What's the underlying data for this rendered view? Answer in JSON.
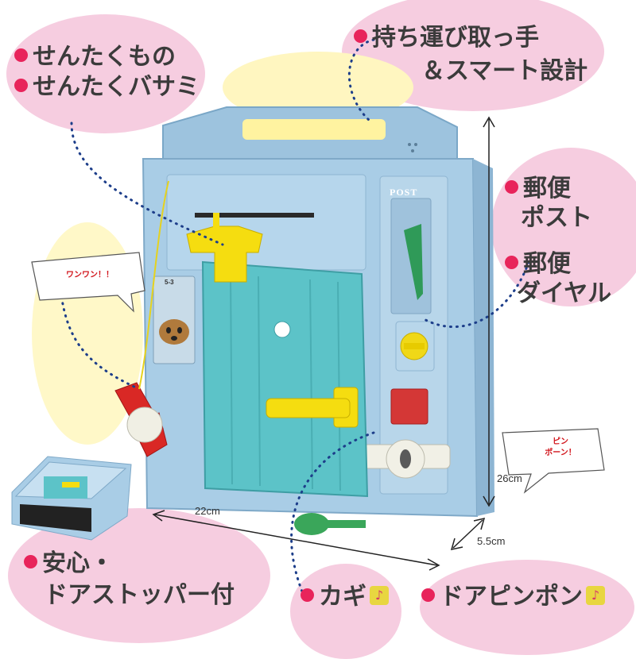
{
  "labels": {
    "laundry": "せんたくもの",
    "clothespin": "せんたくバサミ",
    "handle_line1": "持ち運び取っ手",
    "handle_line2": "＆スマート設計",
    "mailbox_line1": "郵便",
    "mailbox_line2": "ポスト",
    "dial_line1": "郵便",
    "dial_line2": "ダイヤル",
    "stopper_line1": "安心・",
    "stopper_line2": "ドアストッパー付",
    "key": "カギ",
    "doorbell": "ドアピンポン"
  },
  "bubbles": {
    "dog": "ワンワン！！",
    "bell_line1": "ピン",
    "bell_line2": "ポーン！"
  },
  "toy": {
    "post_sign": "POST",
    "window_sign": "5-3"
  },
  "dimensions": {
    "width": "22cm",
    "height": "26cm",
    "depth": "5.5cm"
  },
  "colors": {
    "bullet": "#e8245b",
    "blob": "#f6cde0",
    "board": "#a9cde6",
    "door": "#5cc3c8",
    "accent_yellow": "#f5dd10"
  },
  "icons": {
    "note": "music-note-icon"
  }
}
